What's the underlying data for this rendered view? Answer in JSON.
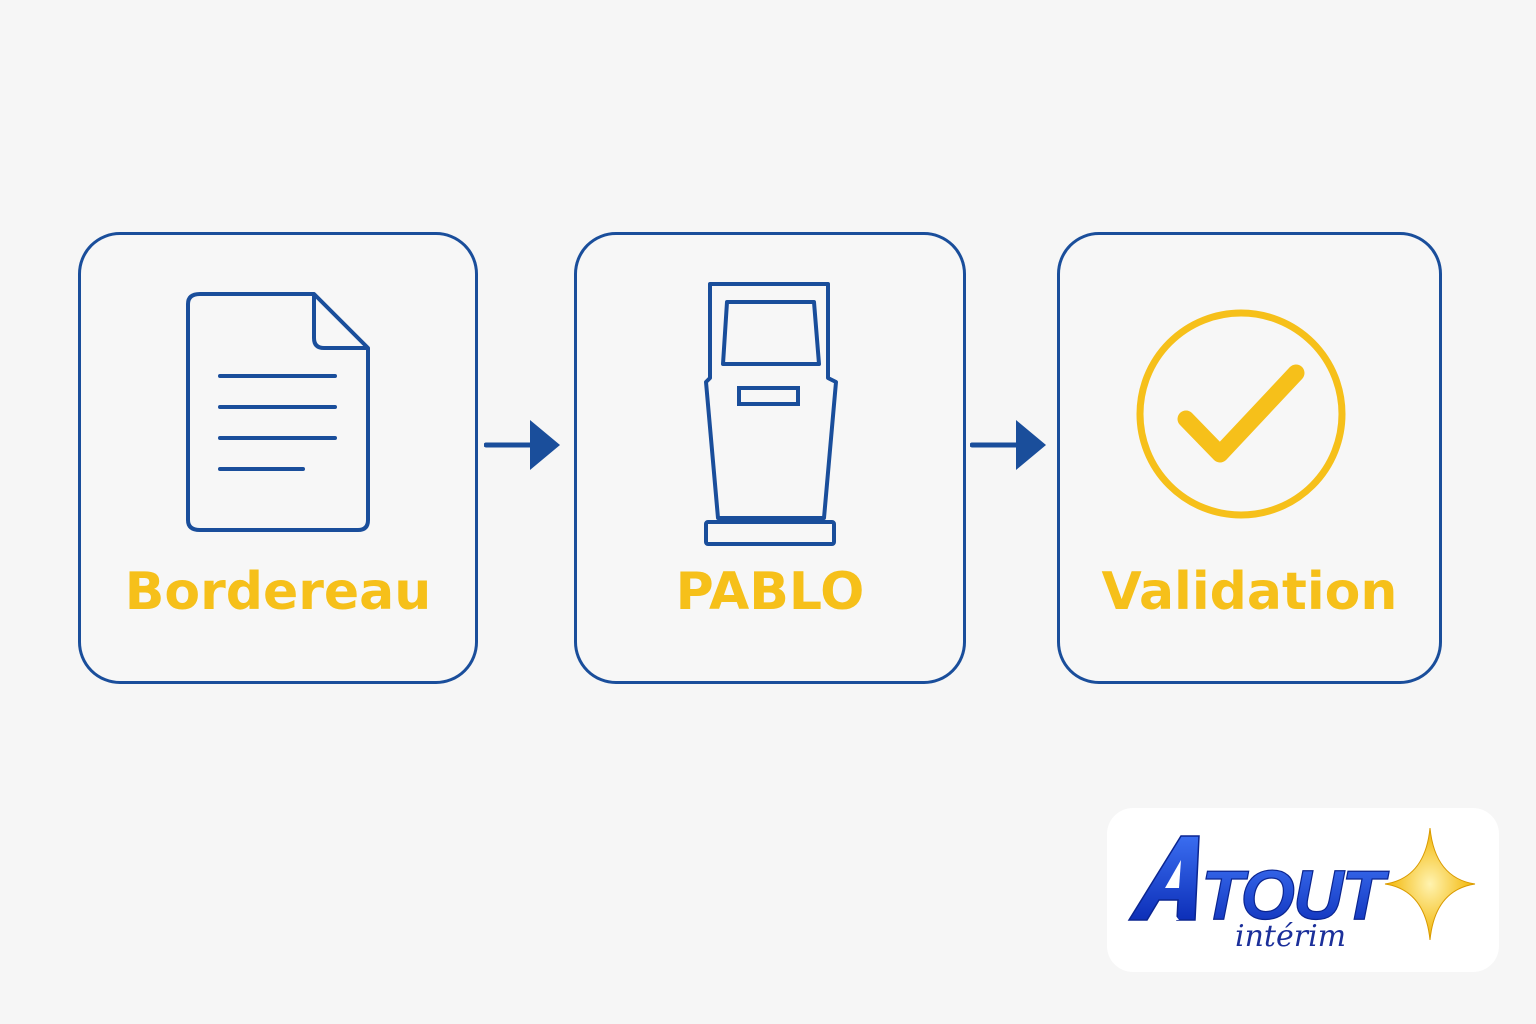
{
  "steps": [
    {
      "label": "Bordereau",
      "icon": "document-icon"
    },
    {
      "label": "PABLO",
      "icon": "kiosk-terminal-icon"
    },
    {
      "label": "Validation",
      "icon": "check-circle-icon"
    }
  ],
  "connectors": [
    {
      "from": "Bordereau",
      "to": "PABLO"
    },
    {
      "from": "PABLO",
      "to": "Validation"
    }
  ],
  "logo": {
    "primary": "ATOUT",
    "secondary": "intérim",
    "icon": "sparkle-star-icon"
  },
  "colors": {
    "accent_blue": "#1a4e9b",
    "accent_yellow": "#f6c01a",
    "background": "#f6f6f6"
  }
}
